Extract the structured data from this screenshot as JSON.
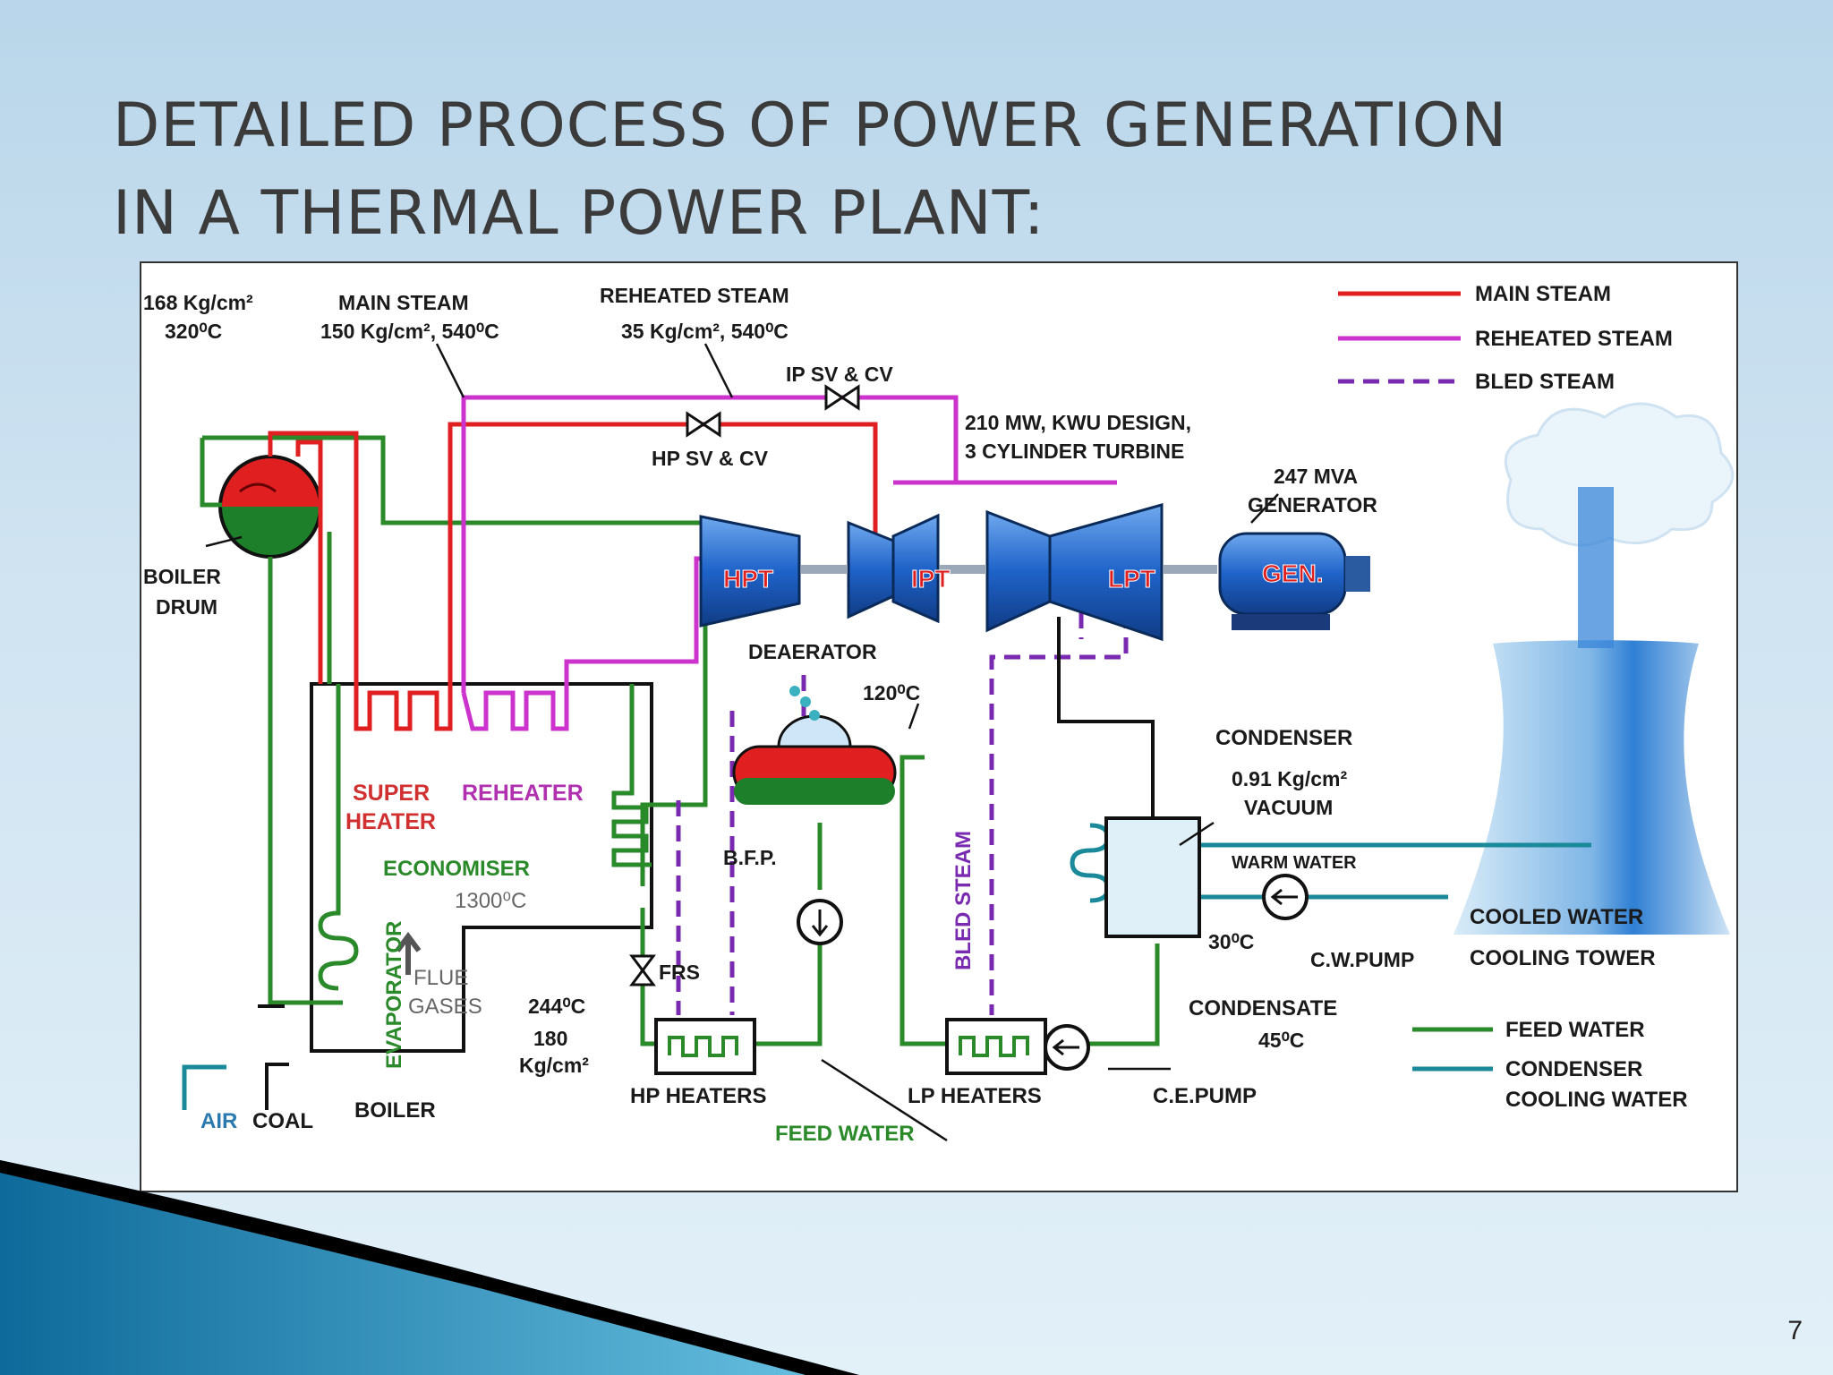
{
  "slide": {
    "title_line1": "DETAILED PROCESS OF POWER GENERATION",
    "title_line2": "IN A THERMAL POWER PLANT:",
    "page_number": "7"
  },
  "colors": {
    "main_steam": "#e02020",
    "reheated_steam": "#cc33cc",
    "bled_steam": "#7a2ab0",
    "feed_water": "#2a8a2a",
    "cooling_water": "#1a8a9a",
    "turbine_blue": "#1f63c9",
    "boiler_outline": "#111111"
  },
  "diagram": {
    "drum_pressure": "168 Kg/cm²",
    "drum_temp": "320⁰C",
    "main_steam_title": "MAIN STEAM",
    "main_steam_spec": "150 Kg/cm², 540⁰C",
    "reheated_title": "REHEATED STEAM",
    "reheated_spec": "35 Kg/cm², 540⁰C",
    "ip_sv": "IP SV & CV",
    "hp_sv": "HP SV & CV",
    "turbine_design_1": "210 MW, KWU DESIGN,",
    "turbine_design_2": "3 CYLINDER TURBINE",
    "generator_rating": "247 MVA",
    "generator_title": "GENERATOR",
    "boiler_drum_1": "BOILER",
    "boiler_drum_2": "DRUM",
    "hpt": "HPT",
    "ipt": "IPT",
    "lpt": "LPT",
    "gen": "GEN.",
    "deaerator": "DEAERATOR",
    "deaerator_temp": "120⁰C",
    "super_heater_1": "SUPER",
    "super_heater_2": "HEATER",
    "reheater": "REHEATER",
    "economiser": "ECONOMISER",
    "furnace_temp": "1300⁰C",
    "flue_1": "FLUE",
    "flue_2": "GASES",
    "evaporator": "EVAPORATOR",
    "frs": "FRS",
    "bfp": "B.F.P.",
    "fw_temp": "244⁰C",
    "fw_pressure_1": "180",
    "fw_pressure_2": "Kg/cm²",
    "hp_heaters": "HP HEATERS",
    "lp_heaters": "LP HEATERS",
    "feed_water_label": "FEED WATER",
    "bled_steam_label": "BLED STEAM",
    "condenser_title": "CONDENSER",
    "condenser_pressure": "0.91 Kg/cm²",
    "condenser_vacuum": "VACUUM",
    "warm_water": "WARM WATER",
    "cooled_water": "COOLED WATER",
    "cooling_tower": "COOLING TOWER",
    "cw_pump": "C.W.PUMP",
    "cond_temp": "30⁰C",
    "condensate": "CONDENSATE",
    "condensate_temp": "45⁰C",
    "ce_pump": "C.E.PUMP",
    "air": "AIR",
    "coal": "COAL",
    "boiler": "BOILER"
  },
  "legend": [
    {
      "label": "MAIN STEAM",
      "color": "#e02020",
      "style": "solid"
    },
    {
      "label": "REHEATED STEAM",
      "color": "#cc33cc",
      "style": "solid"
    },
    {
      "label": "BLED STEAM",
      "color": "#7a2ab0",
      "style": "dashed"
    },
    {
      "label": "FEED WATER",
      "color": "#2a8a2a",
      "style": "solid"
    },
    {
      "label": "CONDENSER",
      "color": "#1a8a9a",
      "style": "solid"
    },
    {
      "label": "COOLING WATER",
      "color": "#1a8a9a",
      "style": "none"
    }
  ]
}
